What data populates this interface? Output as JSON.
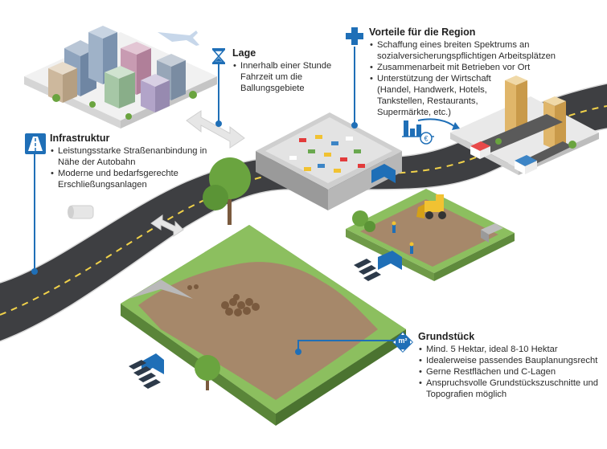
{
  "colors": {
    "accent_blue": "#1f6fb7",
    "grass": "#8cbf5f",
    "soil": "#a6886a",
    "road": "#3d3d3f"
  },
  "icons": {
    "infrastruktur": "motorway-icon",
    "lage": "hourglass-icon",
    "vorteile": "cross-plus-icon",
    "grundstueck": "area-m2-icon"
  },
  "infrastruktur": {
    "title": "Infrastruktur",
    "items": [
      "Leistungsstarke Straßenanbindung in Nähe der Autobahn",
      "Moderne und bedarfsgerechte Erschließungsanlagen"
    ]
  },
  "lage": {
    "title": "Lage",
    "items": [
      "Innerhalb einer Stunde Fahrzeit um die Ballungsgebiete"
    ]
  },
  "vorteile": {
    "title": "Vorteile für die Region",
    "items": [
      "Schaffung eines breiten Spektrums an sozialversicherungspflichtigen Arbeitsplätzen",
      "Zusammenarbeit mit Betrieben vor Ort",
      "Unterstützung der Wirtschaft"
    ],
    "continuation": "(Handel, Handwerk, Hotels, Tankstellen, Restaurants, Supermärkte, etc.)"
  },
  "grundstueck": {
    "title": "Grundstück",
    "badge": "m²",
    "items": [
      "Mind. 5 Hektar, ideal 8-10 Hektar",
      "Idealerweise passendes Bauplanungsrecht",
      "Gerne Restflächen und C-Lagen",
      "Anspruchsvolle Grundstückszuschnitte und Topografien möglich"
    ]
  },
  "shop_badge": "€"
}
